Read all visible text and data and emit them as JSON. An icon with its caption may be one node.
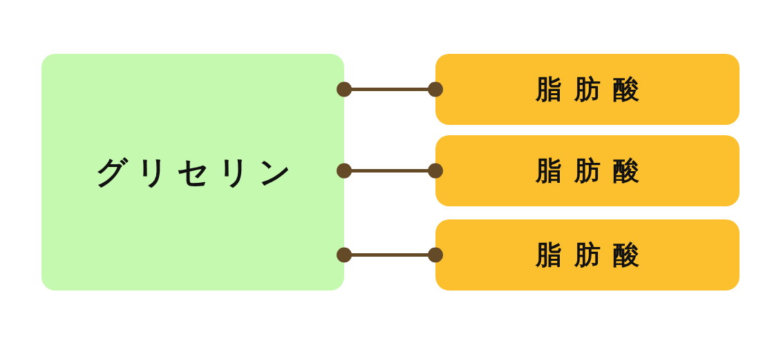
{
  "diagram": {
    "nodes": [
      {
        "text": [
          "グリセリン"
        ]
      },
      {
        "text": [
          "脂肪酸"
        ]
      },
      {
        "text": [
          "脂肪酸"
        ]
      },
      {
        "text": [
          "脂肪酸"
        ]
      }
    ],
    "edges": [
      {
        "from": 0,
        "to": 1,
        "arrow": "other"
      },
      {
        "from": 0,
        "to": 2,
        "arrow": "other"
      },
      {
        "from": 0,
        "to": 3,
        "arrow": "other"
      }
    ]
  }
}
